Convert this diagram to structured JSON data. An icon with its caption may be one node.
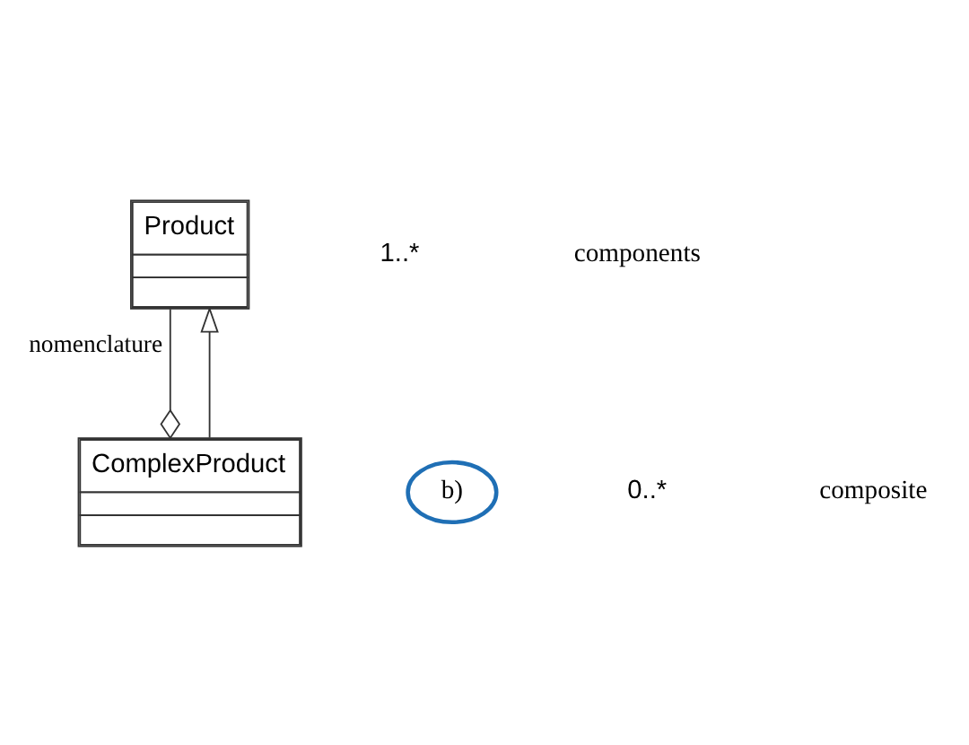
{
  "diagram": {
    "nodes": [
      {
        "text": [
          "Product"
        ]
      },
      {
        "text": [
          "ComplexProduct"
        ]
      },
      {
        "text": [
          "b)"
        ]
      }
    ],
    "edges": [
      {
        "from": 1,
        "to": 0,
        "arrow": "to"
      },
      {
        "from": 0,
        "to": 1,
        "arrow": "other",
        "label": "nomenclature"
      }
    ],
    "labels": [
      "1..*",
      "components",
      "0..*",
      "composite"
    ]
  }
}
